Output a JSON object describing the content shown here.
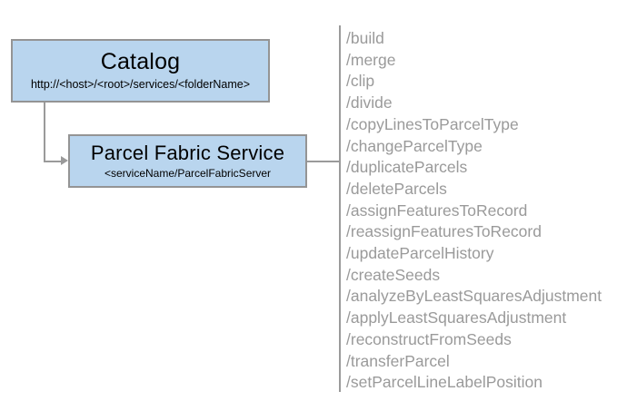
{
  "diagram": {
    "nodes": [
      {
        "title": "Catalog",
        "subtitle": "http://<host>/<root>/services/<folderName>"
      },
      {
        "title": "Parcel Fabric Service",
        "subtitle": "<serviceName/ParcelFabricServer"
      }
    ],
    "operations": [
      "/build",
      "/merge",
      "/clip",
      "/divide",
      "/copyLinesToParcelType",
      "/changeParcelType",
      "/duplicateParcels",
      "/deleteParcels",
      "/assignFeaturesToRecord",
      "/reassignFeaturesToRecord",
      "/updateParcelHistory",
      "/createSeeds",
      "/analyzeByLeastSquaresAdjustment",
      "/applyLeastSquaresAdjustment",
      "/reconstructFromSeeds",
      "/transferParcel",
      "/setParcelLineLabelPosition"
    ],
    "colors": {
      "node_fill": "#b9d5ee",
      "node_border": "#949494",
      "connector": "#9a9a9a",
      "operation_text": "#9a9a9a",
      "node_text": "#000000",
      "background": "#ffffff"
    }
  }
}
